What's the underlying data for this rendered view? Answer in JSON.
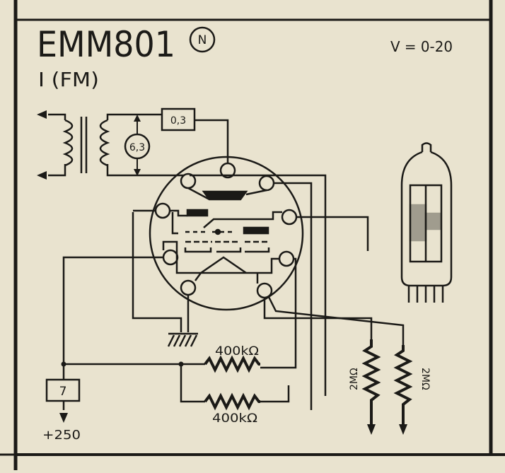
{
  "header": {
    "tube_name": "EMM801",
    "badge": "N",
    "function": "I (FM)",
    "voltage_range": "V = 0-20"
  },
  "schematic": {
    "heater_box": "0,3",
    "heater_voltage": "6,3",
    "anode_box": "7",
    "supply_voltage": "+250",
    "resistor_top": "400kΩ",
    "resistor_bottom": "400kΩ",
    "resistor_left_2m": "2MΩ",
    "resistor_right_2m": "2MΩ"
  },
  "colors": {
    "paper": "#e9e3cf",
    "ink": "#1b1a17"
  }
}
